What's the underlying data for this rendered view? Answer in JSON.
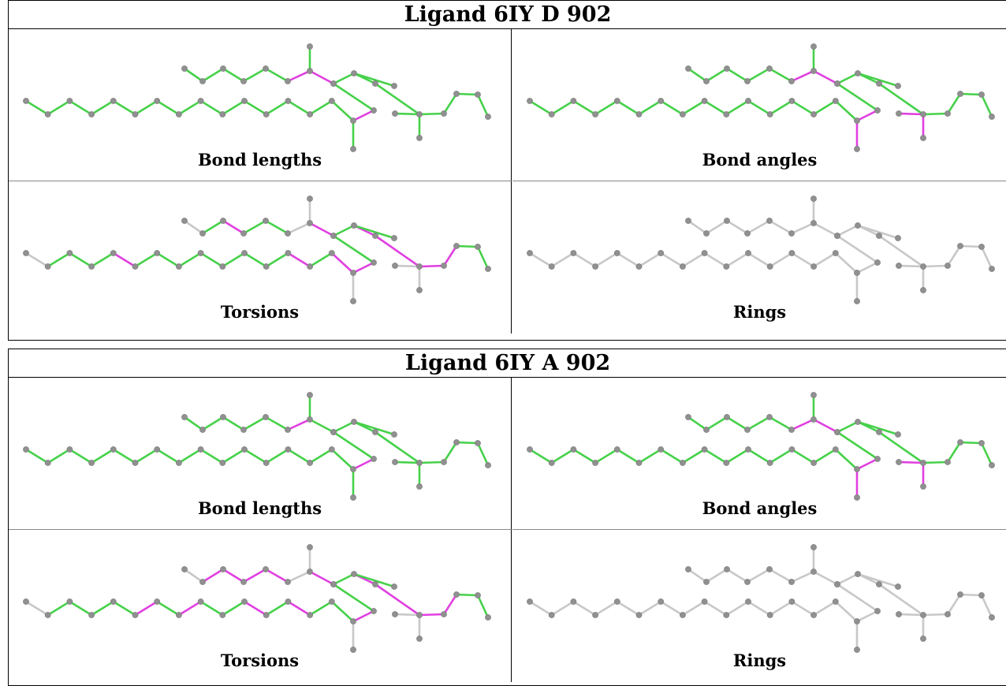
{
  "blocks": [
    {
      "title": "Ligand 6IY D 902",
      "panels": [
        {
          "label": "Bond lengths",
          "mode": "green",
          "magenta": [
            "m16-m17",
            "m17-m18",
            "m17-t4",
            "t4-t5",
            "t5-a15"
          ]
        },
        {
          "label": "Bond angles",
          "mode": "green",
          "magenta": [
            "m16-m17",
            "m17-m18",
            "m17-t4",
            "t5-a15",
            "a15-d1",
            "s1-c1",
            "c1-s5"
          ]
        },
        {
          "label": "Torsions",
          "mode": "green",
          "magenta": [
            "m13-m14",
            "m17-m18",
            "m19-m20",
            "a4-a5",
            "a12-a13",
            "a14-a15",
            "m20-c1",
            "c1-s2",
            "s2-s3",
            "t5-a15"
          ],
          "gray": [
            "m11-m12",
            "a0-a1",
            "m16-m17",
            "m17-d2",
            "a15-d1",
            "s1-c1",
            "c1-s5",
            "c1-s4"
          ]
        },
        {
          "label": "Rings",
          "mode": "gray",
          "magenta": []
        }
      ]
    },
    {
      "title": "Ligand 6IY A 902",
      "panels": [
        {
          "label": "Bond lengths",
          "mode": "green",
          "magenta": [
            "m16-m17",
            "t4-t5",
            "t5-a15"
          ]
        },
        {
          "label": "Bond angles",
          "mode": "green",
          "magenta": [
            "m16-m17",
            "m17-m18",
            "t5-a15",
            "a15-d1",
            "s1-c1",
            "c1-s5"
          ]
        },
        {
          "label": "Torsions",
          "mode": "green",
          "magenta": [
            "m12-m13",
            "m13-m14",
            "m14-m15",
            "m15-m16",
            "m17-m18",
            "m19-m20",
            "a5-a6",
            "a7-a8",
            "a10-a11",
            "a12-a13",
            "m20-c1",
            "c1-s2",
            "s2-s3",
            "t5-a15"
          ],
          "gray": [
            "m11-m12",
            "a0-a1",
            "m16-m17",
            "m17-d2",
            "a15-d1",
            "s1-c1",
            "c1-s5",
            "c1-s4",
            "s4-s5"
          ]
        },
        {
          "label": "Rings",
          "mode": "gray",
          "magenta": []
        }
      ]
    }
  ]
}
